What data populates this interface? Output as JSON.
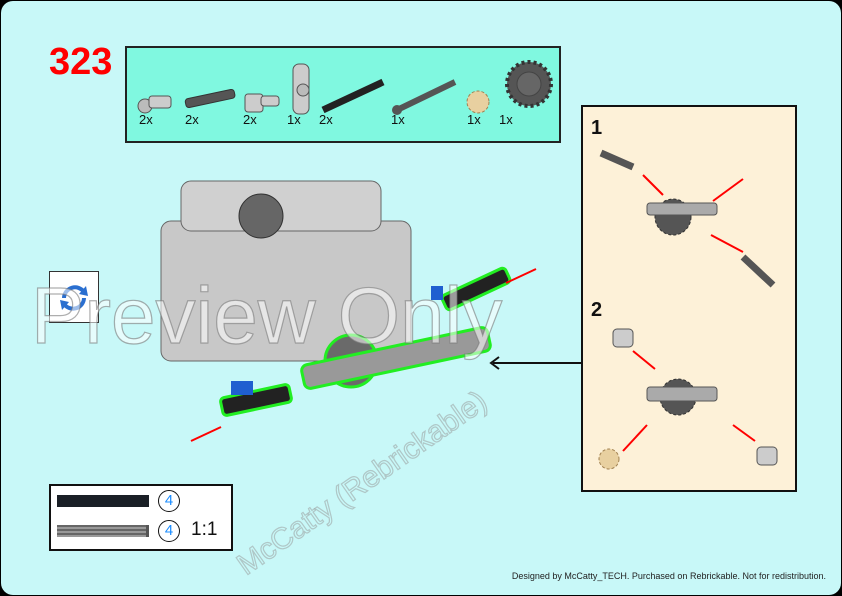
{
  "step_number": "323",
  "parts_list": [
    {
      "name": "pin-connector-perpendicular",
      "qty": "2x"
    },
    {
      "name": "axle-pin-with-friction",
      "qty": "2x"
    },
    {
      "name": "pin-connector-round",
      "qty": "2x"
    },
    {
      "name": "axle-pin-connector-perpendicular",
      "qty": "1x"
    },
    {
      "name": "axle-4-black",
      "qty": "2x"
    },
    {
      "name": "axle-4-with-stop",
      "qty": "1x"
    },
    {
      "name": "gear-12-bevel-tan",
      "qty": "1x"
    },
    {
      "name": "gear-20-double-bevel",
      "qty": "1x"
    }
  ],
  "submodel_steps": [
    "1",
    "2"
  ],
  "scale_box": {
    "items": [
      {
        "part": "axle-4-black",
        "length": "4"
      },
      {
        "part": "axle-4-with-stop",
        "length": "4"
      }
    ],
    "ratio": "1:1"
  },
  "credit": "Designed by McCatty_TECH. Purchased on Rebrickable. Not for redistribution.",
  "watermark": {
    "main": "Preview Only",
    "diagonal": "McCatty (Rebrickable)"
  },
  "icons": {
    "rotate": "rotate-icon",
    "arrow": "arrow-left-icon"
  },
  "colors": {
    "background": "#c8f8f8",
    "parts_box": "#80f8e0",
    "callout": "#fdf1d8",
    "step_number": "#ff0000",
    "arrows": "#ff0000",
    "highlight": "#22ee22"
  }
}
